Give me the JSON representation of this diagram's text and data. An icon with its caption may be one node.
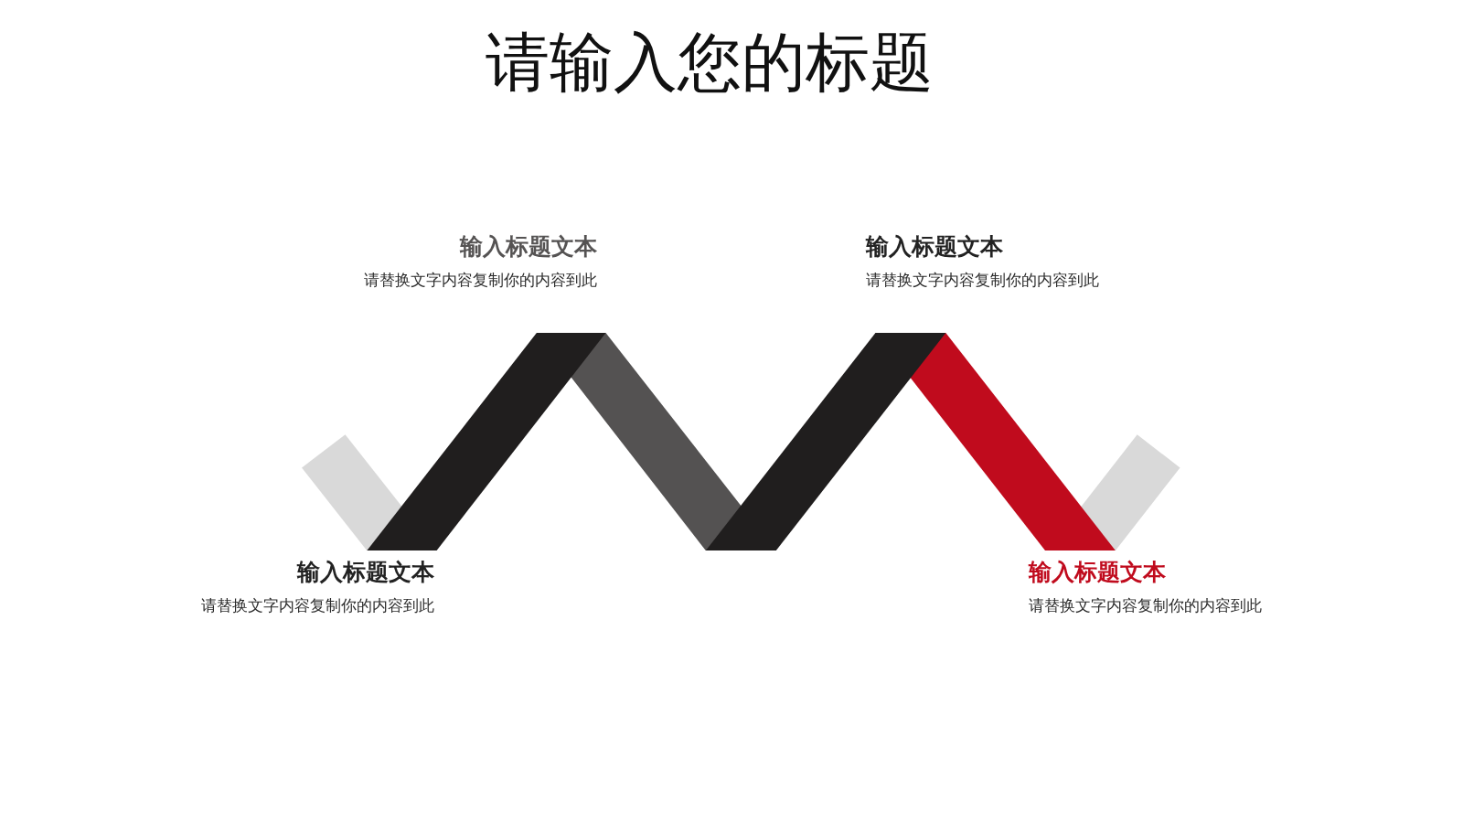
{
  "diagram": {
    "title": "请输入您的标题",
    "labels": [
      "输入标题文本",
      "请替换文字内容复制你的内容到此",
      "输入标题文本",
      "请替换文字内容复制你的内容到此",
      "输入标题文本",
      "请替换文字内容复制你的内容到此",
      "输入标题文本",
      "请替换文字内容复制你的内容到此"
    ]
  }
}
